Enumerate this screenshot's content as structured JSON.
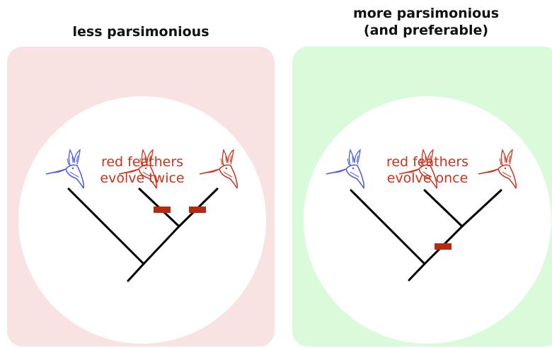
{
  "left": {
    "title": "less parsimonious",
    "note_line1": "red feathers",
    "note_line2": "evolve twice",
    "background": "#f8e2e2",
    "birds": [
      "blue",
      "red",
      "red"
    ],
    "evolution_events": 2
  },
  "right": {
    "title_line1": "more parsimonious",
    "title_line2": "(and preferable)",
    "note_line1": "red feathers",
    "note_line2": "evolve once",
    "background": "#d9fbd9",
    "birds": [
      "blue",
      "red",
      "red"
    ],
    "evolution_events": 1
  },
  "colors": {
    "red_trait": "#c8341c",
    "blue_bird": "#4a5ae0",
    "event_marker": "#b52a10",
    "branch": "#000000"
  },
  "icons": [
    "hummingbird-icon"
  ]
}
